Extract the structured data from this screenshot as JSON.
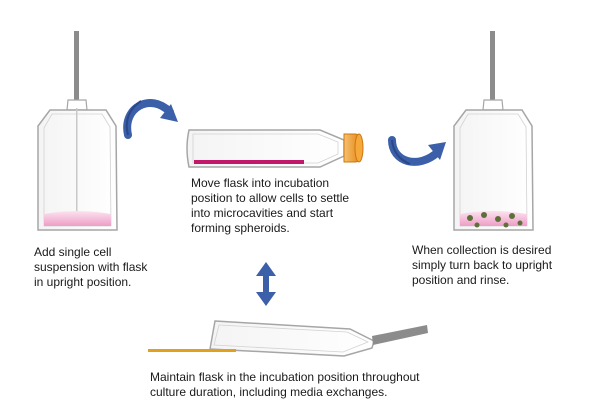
{
  "diagram": {
    "captions": {
      "add": [
        "Add single cell",
        "suspension with flask",
        "in upright position."
      ],
      "move": [
        "Move flask into incubation",
        "position to allow cells to settle",
        "into microcavities and start",
        "forming spheroids."
      ],
      "collect": [
        "When collection is desired",
        "simply turn back to upright",
        "position and rinse."
      ],
      "maintain": [
        "Maintain flask in the incubation position throughout",
        "culture duration, including media exchanges."
      ]
    },
    "colors": {
      "arrow_blue": "#3b5fa8",
      "pink_medium": "#f3b9d6",
      "magenta_line": "#c2186b",
      "orange_cap": "#f0a030",
      "orange_line": "#e0a020",
      "flask_outline": "#a6a6a6",
      "spheroid_green": "#5f6f3a"
    },
    "icons": [
      "upright-flask-icon",
      "rotate-arrow-icon",
      "horizontal-flask-icon",
      "double-arrow-icon",
      "tilted-flask-icon"
    ]
  }
}
